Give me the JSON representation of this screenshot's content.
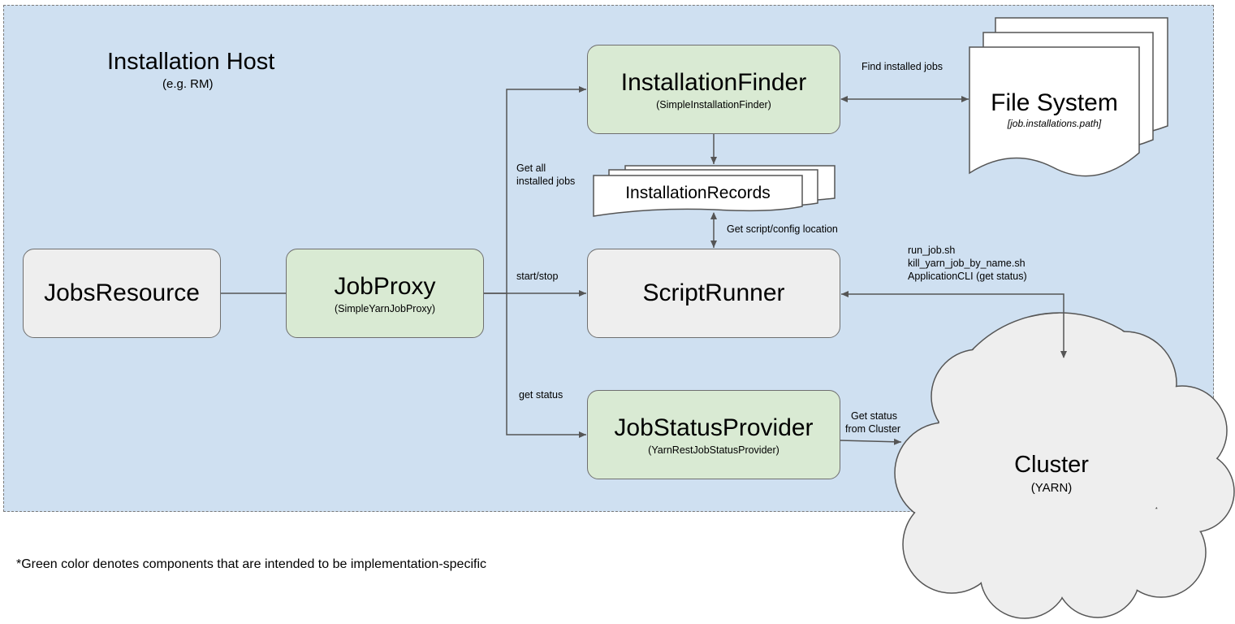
{
  "host": {
    "title": "Installation Host",
    "subtitle": "(e.g. RM)"
  },
  "components": {
    "jobs_resource": {
      "name": "JobsResource"
    },
    "job_proxy": {
      "name": "JobProxy",
      "impl": "(SimpleYarnJobProxy)"
    },
    "installation_finder": {
      "name": "InstallationFinder",
      "impl": "(SimpleInstallationFinder)"
    },
    "installation_records": {
      "name": "InstallationRecords"
    },
    "script_runner": {
      "name": "ScriptRunner"
    },
    "job_status_provider": {
      "name": "JobStatusProvider",
      "impl": "(YarnRestJobStatusProvider)"
    },
    "file_system": {
      "name": "File System",
      "path": "[job.installations.path]"
    },
    "cluster": {
      "name": "Cluster",
      "sub": "(YARN)"
    }
  },
  "edge_labels": {
    "find_installed_jobs": "Find installed jobs",
    "get_all_line1": "Get all",
    "get_all_line2": "installed jobs",
    "get_script_config": "Get script/config location",
    "start_stop": "start/stop",
    "get_status": "get status",
    "scripts_line1": "run_job.sh",
    "scripts_line2": "kill_yarn_job_by_name.sh",
    "scripts_line3": "ApplicationCLI (get status)",
    "get_status_cluster_line1": "Get status",
    "get_status_cluster_line2": "from Cluster"
  },
  "legend": {
    "note": "*Green color denotes components that are intended to be implementation-specific"
  },
  "colors": {
    "host_background": "#cfe0f1",
    "component_grey": "#eeeeee",
    "component_green": "#d9ead3",
    "stroke": "#6f6f6f"
  }
}
